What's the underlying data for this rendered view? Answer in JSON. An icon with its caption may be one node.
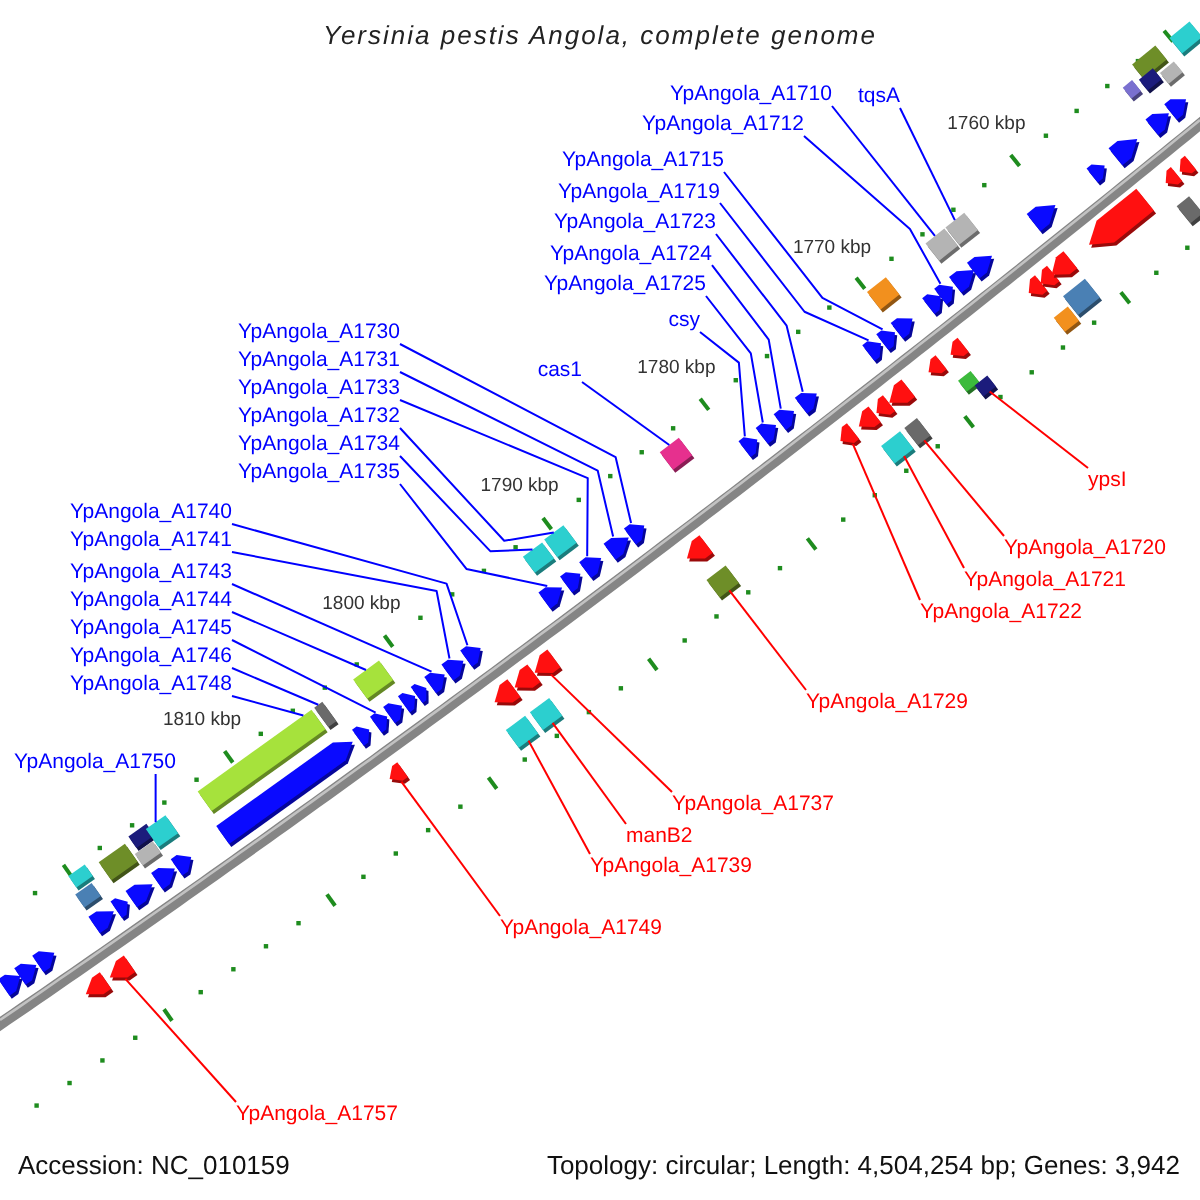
{
  "diagram": {
    "title": "Yersinia pestis Angola, complete genome",
    "nodes": [
      {
        "text": [
          "YpAngola_A1710"
        ]
      },
      {
        "text": [
          "tqsA"
        ]
      },
      {
        "text": [
          "YpAngola_A1712"
        ]
      },
      {
        "text": [
          "YpAngola_A1715"
        ]
      },
      {
        "text": [
          "YpAngola_A1719"
        ]
      },
      {
        "text": [
          "YpAngola_A1723"
        ]
      },
      {
        "text": [
          "YpAngola_A1724"
        ]
      },
      {
        "text": [
          "YpAngola_A1725"
        ]
      },
      {
        "text": [
          "YpAngola_A1730"
        ]
      },
      {
        "text": [
          "csy"
        ]
      },
      {
        "text": [
          "YpAngola_A1731"
        ]
      },
      {
        "text": [
          "cas1"
        ]
      },
      {
        "text": [
          "YpAngola_A1733"
        ]
      },
      {
        "text": [
          "YpAngola_A1732"
        ]
      },
      {
        "text": [
          "YpAngola_A1734"
        ]
      },
      {
        "text": [
          "YpAngola_A1735"
        ]
      },
      {
        "text": [
          "ypsI"
        ]
      },
      {
        "text": [
          "YpAngola_A1740"
        ]
      },
      {
        "text": [
          "YpAngola_A1741"
        ]
      },
      {
        "text": [
          "YpAngola_A1720"
        ]
      },
      {
        "text": [
          "YpAngola_A1743"
        ]
      },
      {
        "text": [
          "YpAngola_A1721"
        ]
      },
      {
        "text": [
          "YpAngola_A1744"
        ]
      },
      {
        "text": [
          "YpAngola_A1722"
        ]
      },
      {
        "text": [
          "YpAngola_A1745"
        ]
      },
      {
        "text": [
          "YpAngola_A1746"
        ]
      },
      {
        "text": [
          "YpAngola_A1748"
        ]
      },
      {
        "text": [
          "YpAngola_A1729"
        ]
      },
      {
        "text": [
          "YpAngola_A1750"
        ]
      },
      {
        "text": [
          "YpAngola_A1737"
        ]
      },
      {
        "text": [
          "manB2"
        ]
      },
      {
        "text": [
          "YpAngola_A1739"
        ]
      },
      {
        "text": [
          "YpAngola_A1749"
        ]
      },
      {
        "text": [
          "YpAngola_A1757"
        ]
      },
      {
        "text": [],
        "shape": "pentagon"
      },
      {
        "text": [],
        "shape": "pentagon"
      },
      {
        "text": [],
        "shape": "pentagon"
      },
      {
        "text": [],
        "shape": "box"
      },
      {
        "text": [],
        "shape": "box"
      },
      {
        "text": [],
        "shape": "pentagon"
      },
      {
        "text": [],
        "shape": "pentagon"
      },
      {
        "text": [],
        "shape": "box"
      },
      {
        "text": [],
        "shape": "pentagon"
      },
      {
        "text": [],
        "shape": "pentagon"
      },
      {
        "text": [],
        "shape": "box"
      },
      {
        "text": [],
        "shape": "pentagon"
      },
      {
        "text": [],
        "shape": "box"
      },
      {
        "text": [],
        "shape": "box"
      },
      {
        "text": [],
        "shape": "pentagon"
      },
      {
        "text": [],
        "shape": "pentagon"
      },
      {
        "text": [],
        "shape": "box"
      },
      {
        "text": [],
        "shape": "pentagon"
      },
      {
        "text": [],
        "shape": "box"
      },
      {
        "text": [],
        "shape": "pentagon"
      },
      {
        "text": [],
        "shape": "box"
      },
      {
        "text": [],
        "shape": "pentagon"
      },
      {
        "text": [],
        "shape": "pentagon"
      },
      {
        "text": [],
        "shape": "pentagon"
      },
      {
        "text": [],
        "shape": "pentagon"
      },
      {
        "text": [],
        "shape": "pentagon"
      },
      {
        "text": [],
        "shape": "pentagon"
      },
      {
        "text": [],
        "shape": "pentagon"
      },
      {
        "text": [],
        "shape": "pentagon"
      },
      {
        "text": [],
        "shape": "pentagon"
      },
      {
        "text": [],
        "shape": "box"
      },
      {
        "text": [],
        "shape": "pentagon"
      },
      {
        "text": [],
        "shape": "box"
      },
      {
        "text": [],
        "shape": "pentagon"
      },
      {
        "text": [],
        "shape": "box"
      },
      {
        "text": [],
        "shape": "pentagon"
      },
      {
        "text": [],
        "shape": "box"
      },
      {
        "text": [],
        "shape": "pentagon"
      },
      {
        "text": [],
        "shape": "pentagon"
      },
      {
        "text": [],
        "shape": "pentagon"
      },
      {
        "text": [],
        "shape": "pentagon"
      },
      {
        "text": [],
        "shape": "box"
      },
      {
        "text": [],
        "shape": "pentagon"
      },
      {
        "text": [],
        "shape": "box"
      },
      {
        "text": [],
        "shape": "pentagon"
      },
      {
        "text": [],
        "shape": "pentagon"
      },
      {
        "text": [],
        "shape": "pentagon"
      },
      {
        "text": [],
        "shape": "pentagon"
      },
      {
        "text": [],
        "shape": "pentagon"
      },
      {
        "text": [],
        "shape": "pentagon"
      },
      {
        "text": [],
        "shape": "pentagon"
      },
      {
        "text": [],
        "shape": "pentagon"
      },
      {
        "text": [],
        "shape": "box"
      },
      {
        "text": [],
        "shape": "pentagon"
      },
      {
        "text": [],
        "shape": "box"
      },
      {
        "text": [],
        "shape": "pentagon"
      },
      {
        "text": [],
        "shape": "pentagon"
      },
      {
        "text": [],
        "shape": "box"
      },
      {
        "text": [],
        "shape": "pentagon"
      },
      {
        "text": [],
        "shape": "pentagon"
      },
      {
        "text": [],
        "shape": "box"
      },
      {
        "text": [],
        "shape": "pentagon"
      },
      {
        "text": [],
        "shape": "pentagon"
      },
      {
        "text": [],
        "shape": "box"
      },
      {
        "text": [],
        "shape": "pentagon"
      },
      {
        "text": [],
        "shape": "box"
      },
      {
        "text": [],
        "shape": "pentagon"
      },
      {
        "text": [],
        "shape": "box"
      },
      {
        "text": [],
        "shape": "pentagon"
      },
      {
        "text": [],
        "shape": "pentagon"
      },
      {
        "text": [],
        "shape": "pentagon"
      },
      {
        "text": [],
        "shape": "pentagon"
      },
      {
        "text": [],
        "shape": "box"
      },
      {
        "text": [],
        "shape": "box"
      },
      {
        "text": [],
        "shape": "pentagon"
      },
      {
        "text": [],
        "shape": "pentagon"
      },
      {
        "text": [],
        "shape": "pentagon"
      },
      {
        "text": [],
        "shape": "box"
      },
      {
        "text": [],
        "shape": "box"
      },
      {
        "text": [],
        "shape": "box"
      },
      {
        "text": [],
        "shape": "pentagon"
      },
      {
        "text": [],
        "shape": "pentagon"
      },
      {
        "text": [],
        "shape": "box"
      },
      {
        "text": [],
        "shape": "pentagon"
      },
      {
        "text": [],
        "shape": "pentagon"
      },
      {
        "text": [],
        "shape": "box"
      },
      {
        "text": [],
        "shape": "box"
      }
    ],
    "edges": [
      {
        "from": 0,
        "to": 94,
        "arrow": "none"
      },
      {
        "from": 1,
        "to": 97,
        "arrow": "none"
      },
      {
        "from": 2,
        "to": 95,
        "arrow": "none"
      },
      {
        "from": 3,
        "to": 87,
        "arrow": "none"
      },
      {
        "from": 4,
        "to": 84,
        "arrow": "none"
      },
      {
        "from": 5,
        "to": 81,
        "arrow": "none"
      },
      {
        "from": 6,
        "to": 80,
        "arrow": "none"
      },
      {
        "from": 7,
        "to": 79,
        "arrow": "none"
      },
      {
        "from": 8,
        "to": 74,
        "arrow": "none"
      },
      {
        "from": 9,
        "to": 78,
        "arrow": "none"
      },
      {
        "from": 10,
        "to": 73,
        "arrow": "none"
      },
      {
        "from": 11,
        "to": 75,
        "arrow": "none"
      },
      {
        "from": 12,
        "to": 72,
        "arrow": "none"
      },
      {
        "from": 13,
        "to": 70,
        "arrow": "none"
      },
      {
        "from": 14,
        "to": 66,
        "arrow": "none"
      },
      {
        "from": 15,
        "to": 69,
        "arrow": "none"
      },
      {
        "from": 16,
        "to": 101,
        "arrow": "none",
        "color": "#ff0000"
      },
      {
        "from": 17,
        "to": 62,
        "arrow": "none"
      },
      {
        "from": 18,
        "to": 61,
        "arrow": "none"
      },
      {
        "from": 19,
        "to": 91,
        "arrow": "none",
        "color": "#ff0000"
      },
      {
        "from": 20,
        "to": 60,
        "arrow": "none"
      },
      {
        "from": 21,
        "to": 88,
        "arrow": "none",
        "color": "#ff0000"
      },
      {
        "from": 22,
        "to": 54,
        "arrow": "none"
      },
      {
        "from": 23,
        "to": 82,
        "arrow": "none",
        "color": "#ff0000"
      },
      {
        "from": 24,
        "to": 55,
        "arrow": "none"
      },
      {
        "from": 25,
        "to": 52,
        "arrow": "none"
      },
      {
        "from": 26,
        "to": 50,
        "arrow": "none"
      },
      {
        "from": 27,
        "to": 77,
        "arrow": "none",
        "color": "#ff0000"
      },
      {
        "from": 28,
        "to": 47,
        "arrow": "none"
      },
      {
        "from": 29,
        "to": 67,
        "arrow": "none",
        "color": "#ff0000"
      },
      {
        "from": 30,
        "to": 68,
        "arrow": "none",
        "color": "#ff0000"
      },
      {
        "from": 31,
        "to": 64,
        "arrow": "none",
        "color": "#ff0000"
      },
      {
        "from": 32,
        "to": 57,
        "arrow": "none",
        "color": "#ff0000"
      },
      {
        "from": 33,
        "to": 42,
        "arrow": "none",
        "color": "#ff0000"
      }
    ],
    "labels": [
      "1760 kbp",
      "1770 kbp",
      "1780 kbp",
      "1790 kbp",
      "1800 kbp",
      "1810 kbp",
      "Accession: NC_010159",
      "Topology: circular; Length: 4,504,254 bp; Genes: 3,942"
    ]
  }
}
